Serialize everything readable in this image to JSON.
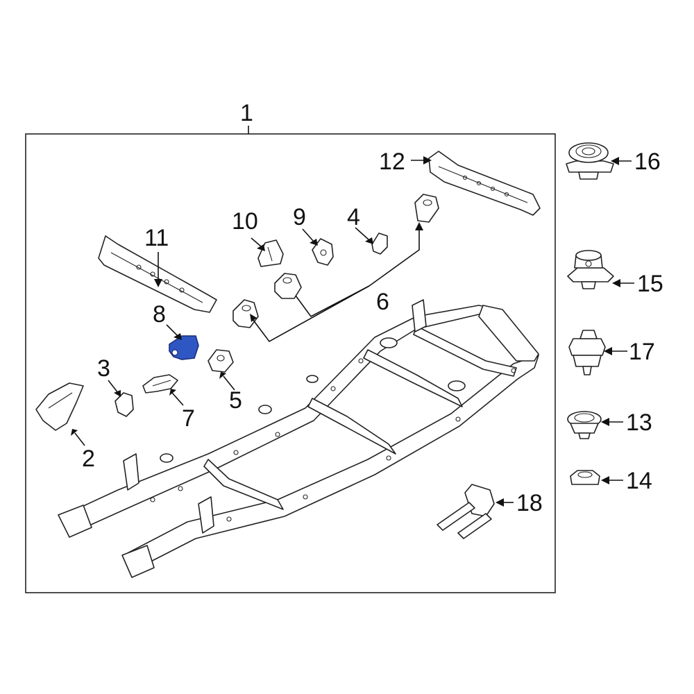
{
  "diagram": {
    "highlight_color": "#2f57c4",
    "callouts": [
      "1",
      "2",
      "3",
      "4",
      "5",
      "6",
      "7",
      "8",
      "9",
      "10",
      "11",
      "12",
      "13",
      "14",
      "15",
      "16",
      "17",
      "18"
    ]
  }
}
